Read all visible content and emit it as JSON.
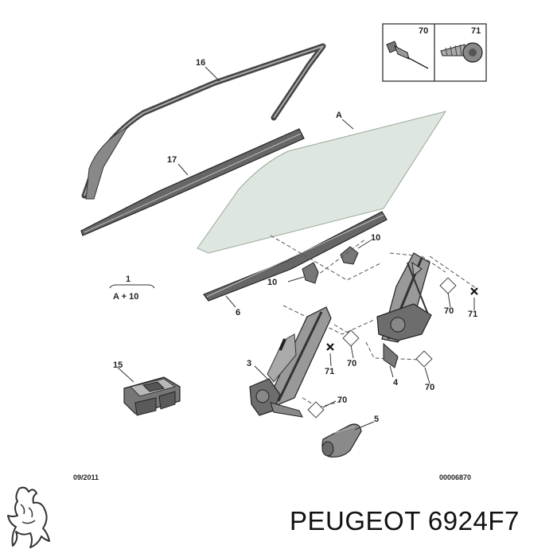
{
  "diagram": {
    "callouts": {
      "c16": "16",
      "c17": "17",
      "cA": "A",
      "c10a": "10",
      "c10b": "10",
      "c6": "6",
      "c3": "3",
      "c4": "4",
      "c5": "5",
      "c15": "15",
      "c70a": "70",
      "c70b": "70",
      "c70c": "70",
      "c70d": "70",
      "c71a": "71",
      "c71b": "71",
      "inset70": "70",
      "inset71": "71"
    },
    "assembly_label": {
      "top": "1",
      "bottom": "A + 10"
    },
    "date_code": "09/2011",
    "ref_code": "00006870"
  },
  "footer": {
    "title": "PEUGEOT 6924F7"
  }
}
